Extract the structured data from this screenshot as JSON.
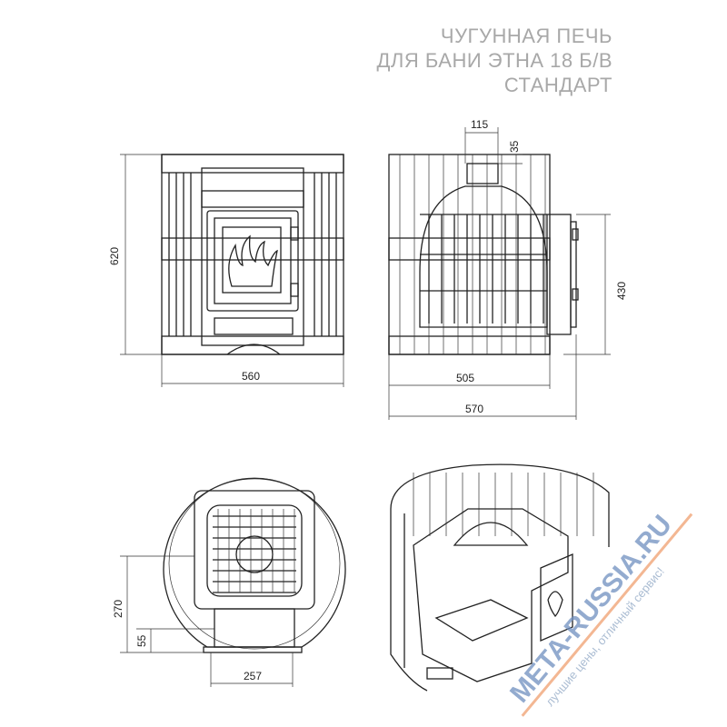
{
  "title": {
    "line1": "ЧУГУННАЯ ПЕЧЬ",
    "line2": "ДЛЯ БАНИ ЭТНА 18 Б/В",
    "line3": "СТАНДАРТ"
  },
  "dimensions": {
    "front_height": "620",
    "front_width": "560",
    "side_grid_width": "505",
    "side_total_width": "570",
    "side_chimney_width": "115",
    "side_chimney_offset": "35",
    "side_height": "430",
    "top_height": "270",
    "top_offset": "55",
    "top_width": "257"
  },
  "watermark": {
    "brand": "META-RUSSIA.RU",
    "slogan": "лучшие цены, отличный сервис!",
    "colors": {
      "blue": "#6f8fbf",
      "orange": "#f0a070"
    }
  },
  "colors": {
    "title": "#a8a8a8",
    "lines": "#222222"
  }
}
